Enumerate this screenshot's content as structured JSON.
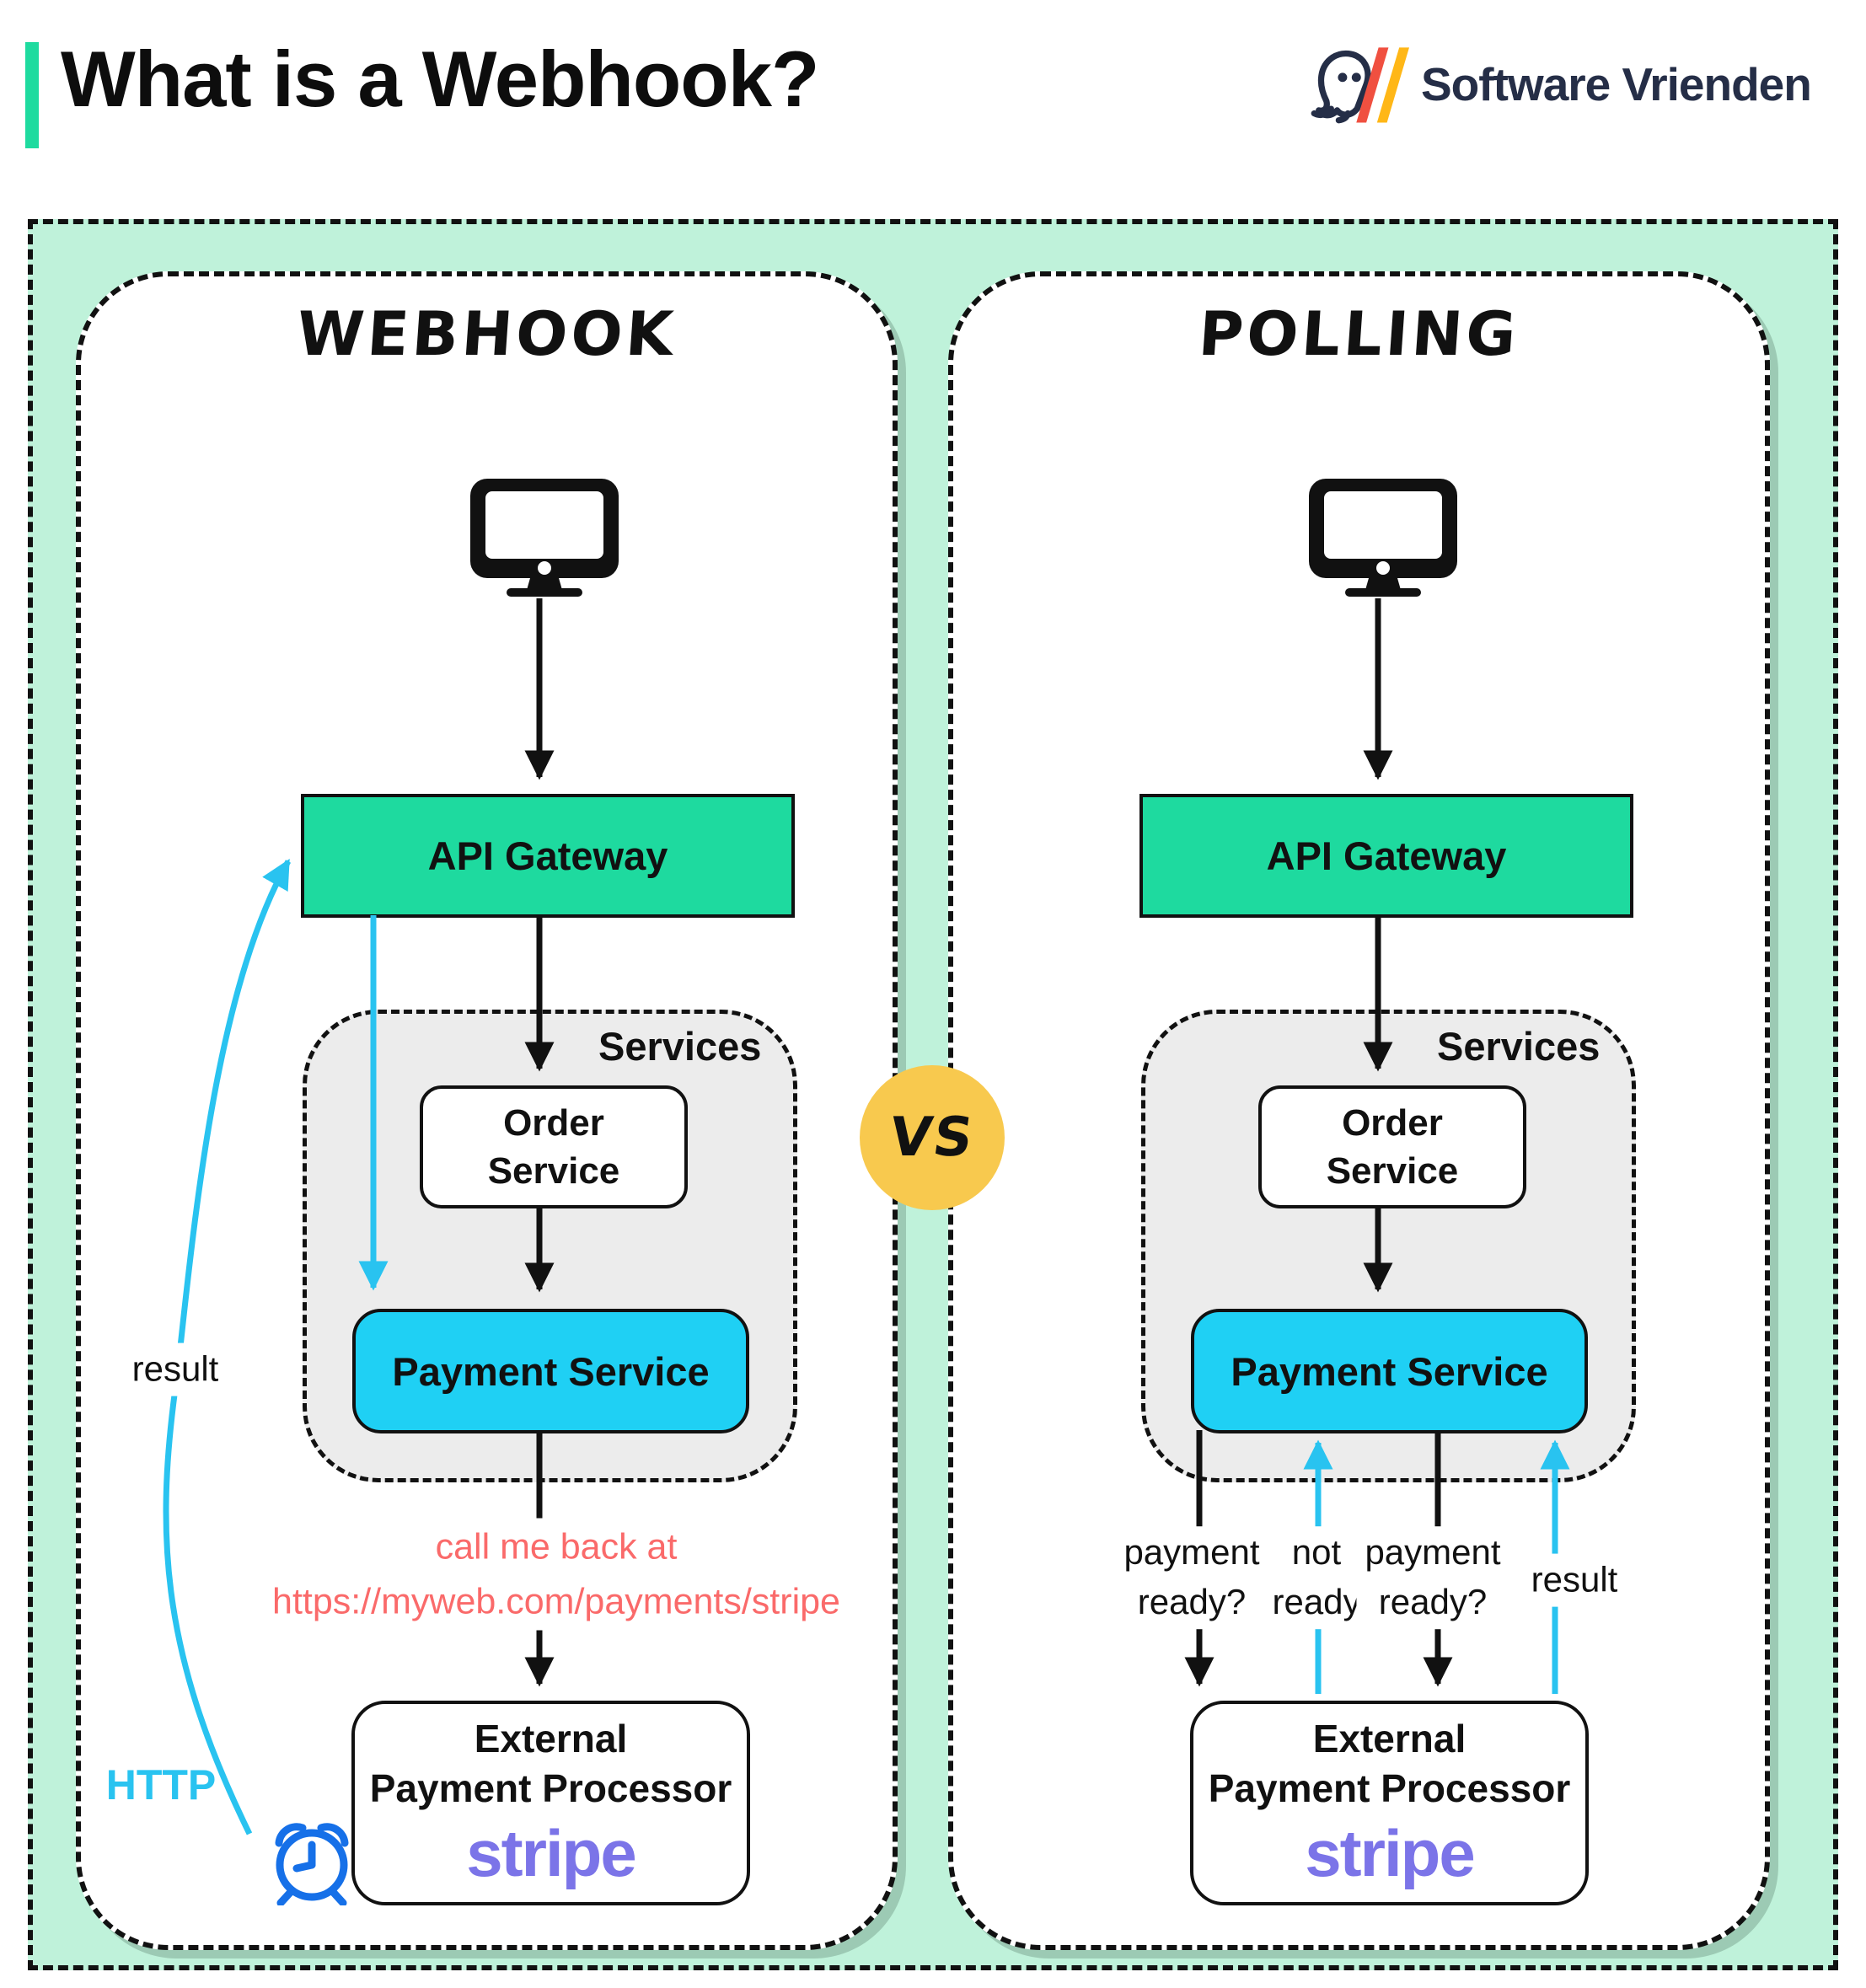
{
  "header": {
    "title": "What is a Webhook?",
    "brand": "Software Vrienden"
  },
  "vs_label": "VS",
  "webhook_panel": {
    "title": "Webhook",
    "api_gateway": "API Gateway",
    "services_label": "Services",
    "order_service": "Order\nService",
    "payment_service": "Payment Service",
    "callback_note": "call me back at\nhttps://myweb.com/payments/stripe",
    "external_processor": "External\nPayment Processor",
    "stripe_label": "stripe",
    "http_label": "HTTP",
    "result_label": "result"
  },
  "polling_panel": {
    "title": "Polling",
    "api_gateway": "API Gateway",
    "services_label": "Services",
    "order_service": "Order\nService",
    "payment_service": "Payment Service",
    "arrow_labels": [
      "payment\nready?",
      "not\nready",
      "payment\nready?",
      "result"
    ],
    "external_processor": "External\nPayment Processor",
    "stripe_label": "stripe"
  },
  "colors": {
    "accent_green": "#1edb9f",
    "mint_background": "#bff2da",
    "gateway_green": "#1eda9f",
    "payment_cyan": "#1fd0f4",
    "arrow_cyan": "#29c3f0",
    "vs_yellow": "#f8c94e",
    "note_red": "#fa6a6a",
    "stripe_purple": "#7b74e8",
    "clock_blue": "#1670e8",
    "brand_navy": "#252e47"
  }
}
